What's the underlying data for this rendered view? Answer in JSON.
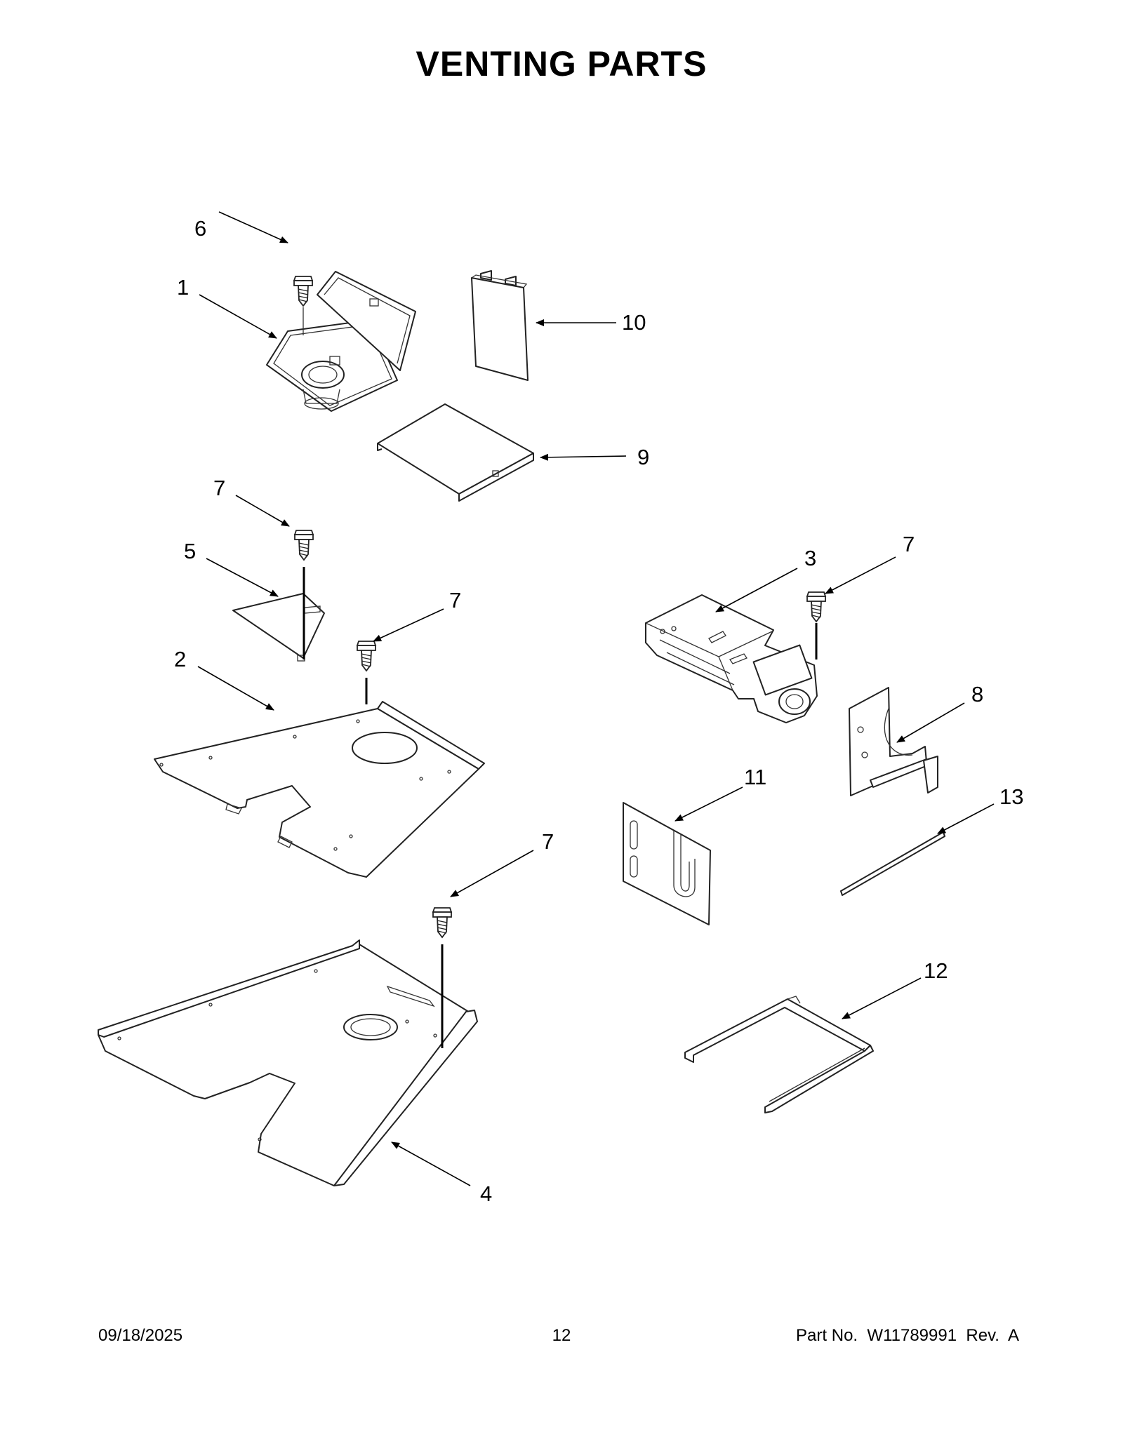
{
  "title": "VENTING PARTS",
  "callouts": [
    {
      "id": "c1",
      "label": "1"
    },
    {
      "id": "c2",
      "label": "2"
    },
    {
      "id": "c3",
      "label": "3"
    },
    {
      "id": "c4",
      "label": "4"
    },
    {
      "id": "c5",
      "label": "5"
    },
    {
      "id": "c6",
      "label": "6"
    },
    {
      "id": "c7a",
      "label": "7"
    },
    {
      "id": "c7b",
      "label": "7"
    },
    {
      "id": "c7c",
      "label": "7"
    },
    {
      "id": "c7d",
      "label": "7"
    },
    {
      "id": "c8",
      "label": "8"
    },
    {
      "id": "c9",
      "label": "9"
    },
    {
      "id": "c10",
      "label": "10"
    },
    {
      "id": "c11",
      "label": "11"
    },
    {
      "id": "c12",
      "label": "12"
    },
    {
      "id": "c13",
      "label": "13"
    }
  ],
  "footer": {
    "date": "09/18/2025",
    "page": "12",
    "part_number": "Part No.  W11789991  Rev.  A"
  }
}
